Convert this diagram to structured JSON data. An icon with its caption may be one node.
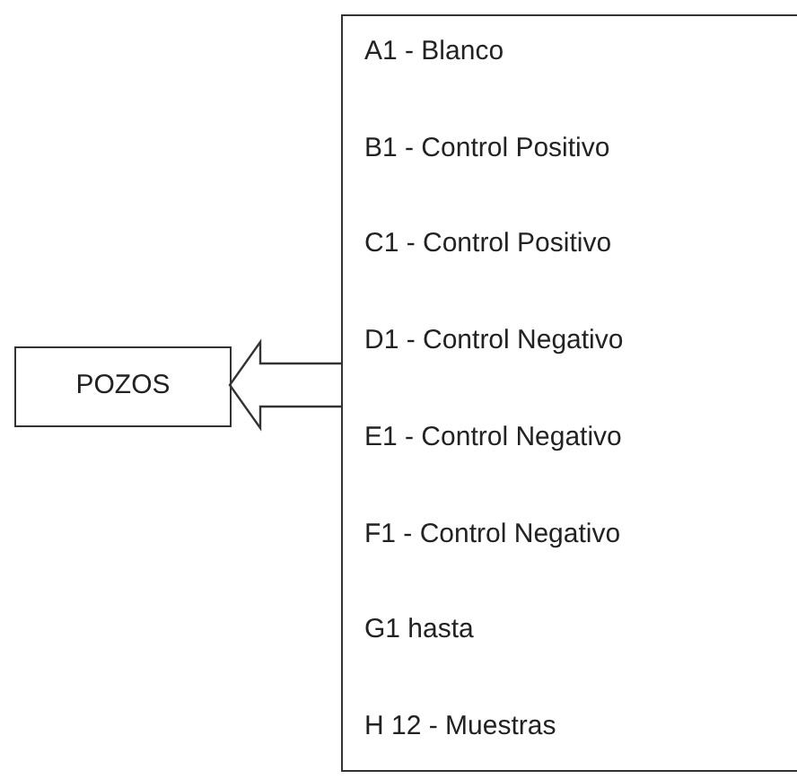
{
  "diagram": {
    "nodes": [
      {
        "text": [
          "POZOS"
        ]
      },
      {
        "text": [
          "A1 - Blanco",
          "B1 - Control Positivo",
          "C1 - Control Positivo",
          "D1 - Control Negativo",
          "E1 - Control Negativo",
          "F1 - Control Negativo",
          "G1 hasta",
          "H 12 - Muestras"
        ]
      }
    ],
    "edges": [
      {
        "from": 1,
        "to": 0,
        "arrow": "to"
      }
    ]
  }
}
